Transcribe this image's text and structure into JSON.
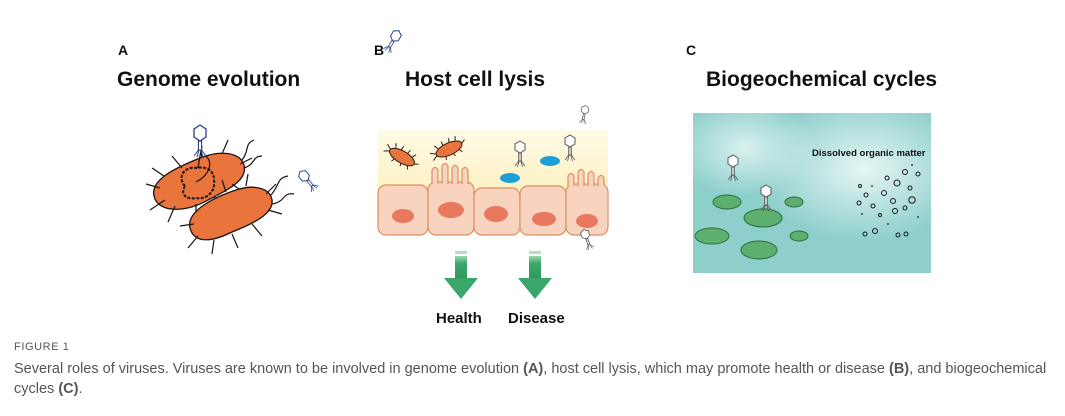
{
  "panels": [
    {
      "letter": "A",
      "title": "Genome evolution"
    },
    {
      "letter": "B",
      "title": "Host cell lysis"
    },
    {
      "letter": "C",
      "title": "Biogeochemical cycles"
    }
  ],
  "panel_b": {
    "arrow_labels": [
      "Health",
      "Disease"
    ]
  },
  "panel_c": {
    "label": "Dissolved organic matter"
  },
  "figure_label": "FIGURE 1",
  "caption": {
    "t1": "Several roles of viruses. Viruses are known to be involved in genome evolution ",
    "b1": "(A)",
    "t2": ", host cell lysis, which may promote health or disease ",
    "b2": "(B)",
    "t3": ", and biogeochemical cycles ",
    "b3": "(C)",
    "t4": "."
  },
  "colors": {
    "bacterium": "#e9743c",
    "cell_fill": "#f8d3c0",
    "nucleus": "#e8785e",
    "arrow": "#3aa66a",
    "ocean": "#8ecfcc",
    "algae": "#5caf6e",
    "vesicle": "#1e9fd8"
  }
}
